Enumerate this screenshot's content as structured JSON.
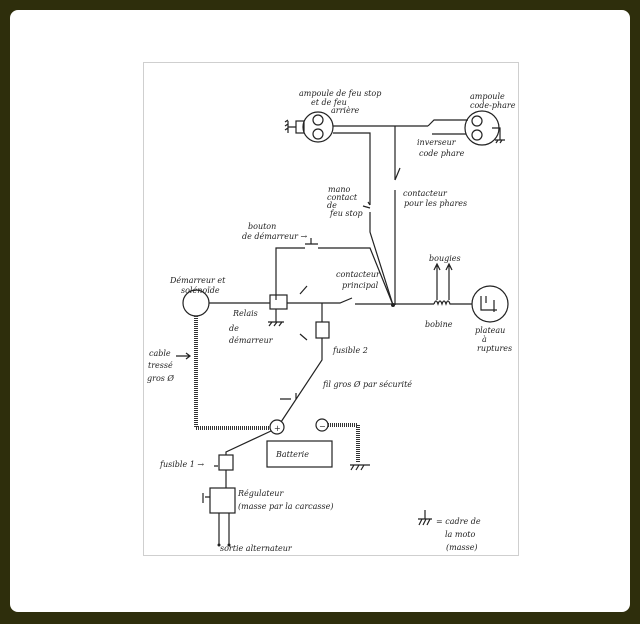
{
  "labels": {
    "stop_bulb": [
      "ampoule de feu stop",
      "et de feu",
      "arrière"
    ],
    "headlight_bulb": [
      "ampoule",
      "code-phare"
    ],
    "dimmer_switch": [
      "inverseur",
      "code phare"
    ],
    "brake_switch": [
      "mano",
      "contact",
      "de",
      "feu stop"
    ],
    "light_switch": [
      "contacteur",
      "pour les phares"
    ],
    "start_button": [
      "bouton",
      "de démarreur →"
    ],
    "starter": [
      "Démarreur et",
      "solénoïde"
    ],
    "main_switch": [
      "contacteur",
      "principal"
    ],
    "spark_plugs": "bougies",
    "relay": [
      "Relais",
      "de",
      "démarreur"
    ],
    "coil": "bobine",
    "breaker_plate": [
      "plateau",
      "à",
      "ruptures"
    ],
    "cable": [
      "cable",
      "tressé",
      "gros Ø"
    ],
    "fuse2": "fusible 2",
    "wire_note": "fil gros Ø par sécurité",
    "battery": "Batterie",
    "battery_plus": "+",
    "battery_minus": "−",
    "fuse1": "fusible 1 →",
    "regulator": [
      "Régulateur",
      "(masse par la carcasse)"
    ],
    "alternator": "sortie alternateur",
    "legend": [
      "= cadre de",
      "la moto",
      "(masse)"
    ]
  }
}
